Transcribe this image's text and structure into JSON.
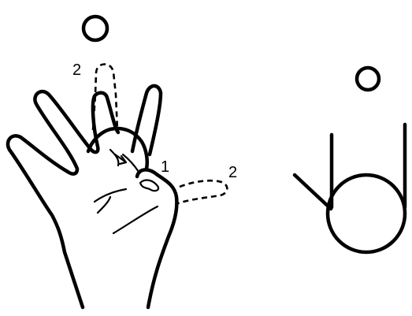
{
  "figure": {
    "labels": {
      "index_position_number": "2",
      "thumb_position_1": "1",
      "thumb_position_2": "2"
    }
  }
}
